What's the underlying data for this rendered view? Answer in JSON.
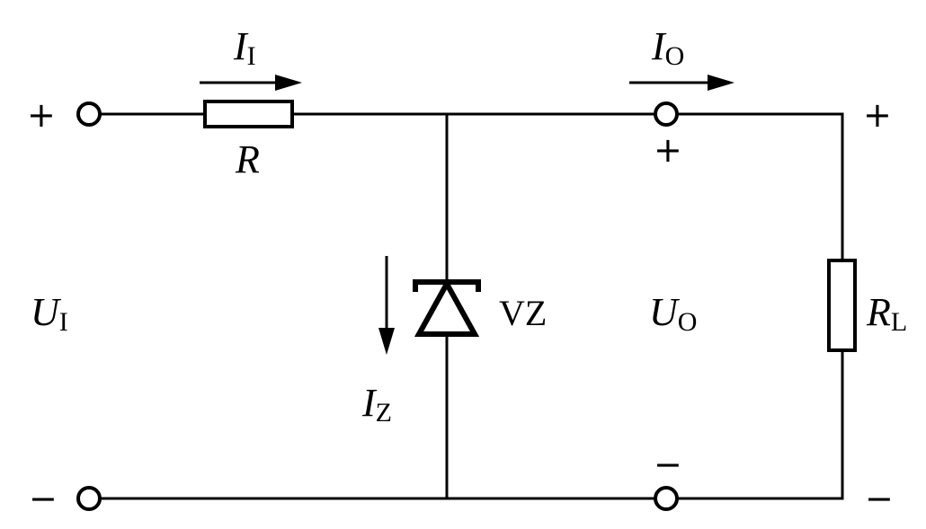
{
  "labels": {
    "input_current": {
      "symbol": "I",
      "sub": "I"
    },
    "output_current": {
      "symbol": "I",
      "sub": "O"
    },
    "resistor": {
      "symbol": "R"
    },
    "input_voltage": {
      "symbol": "U",
      "sub": "I"
    },
    "output_voltage": {
      "symbol": "U",
      "sub": "O"
    },
    "zener_current": {
      "symbol": "I",
      "sub": "Z"
    },
    "zener_name": "VZ",
    "load_resistor": {
      "symbol": "R",
      "sub": "L"
    }
  },
  "signs": {
    "input_plus": "+",
    "input_minus": "−",
    "output_terminal_plus": "+",
    "output_terminal_minus": "−",
    "load_plus": "+",
    "load_minus": "−"
  }
}
